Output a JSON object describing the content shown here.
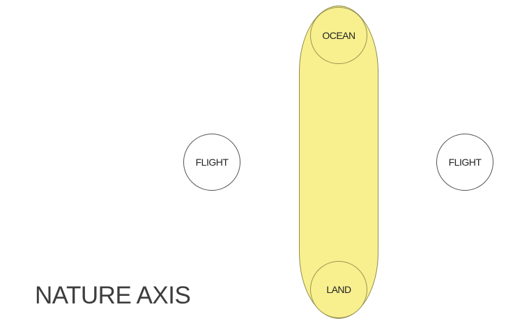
{
  "diagram": {
    "title": "NATURE AXIS",
    "axis": {
      "color": "#f8f08f",
      "top_node": "OCEAN",
      "bottom_node": "LAND"
    },
    "side_nodes": {
      "left": "FLIGHT",
      "right": "FLIGHT"
    }
  }
}
